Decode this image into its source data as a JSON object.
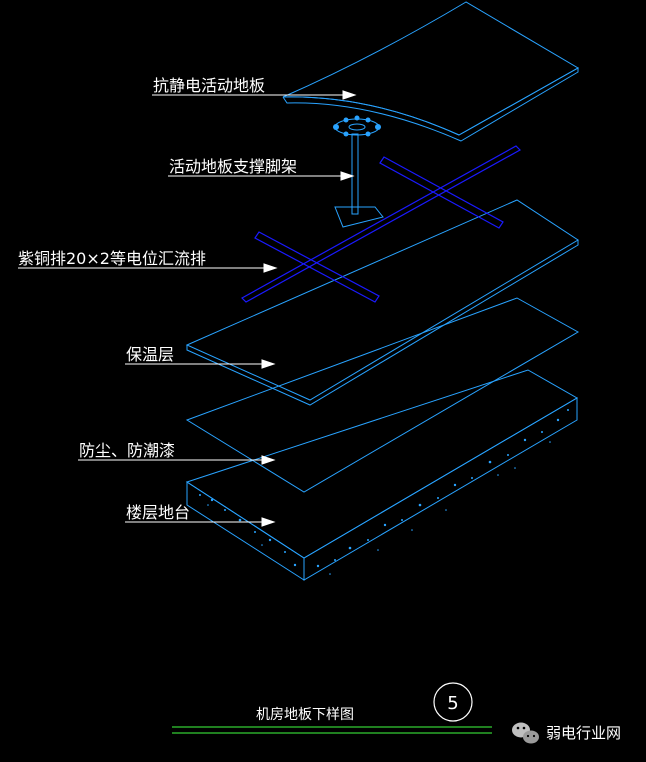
{
  "diagram": {
    "labels": {
      "antistatic_floor": "抗静电活动地板",
      "floor_support": "活动地板支撑脚架",
      "copper_bar": "紫铜排20×2等电位汇流排",
      "insulation": "保温层",
      "dustproof_coat": "防尘、防潮漆",
      "floor_slab": "楼层地台"
    },
    "title": "机房地板下样图",
    "detail_number": "5"
  },
  "watermark": {
    "text": "弱电行业网",
    "icon": "wechat-icon"
  },
  "colors": {
    "line_cyan": "#29a3ff",
    "bar_blue": "#1a1aff",
    "leader_white": "#ffffff",
    "text_white": "#ffffff",
    "title_green": "#33cc33",
    "background": "#000000"
  }
}
